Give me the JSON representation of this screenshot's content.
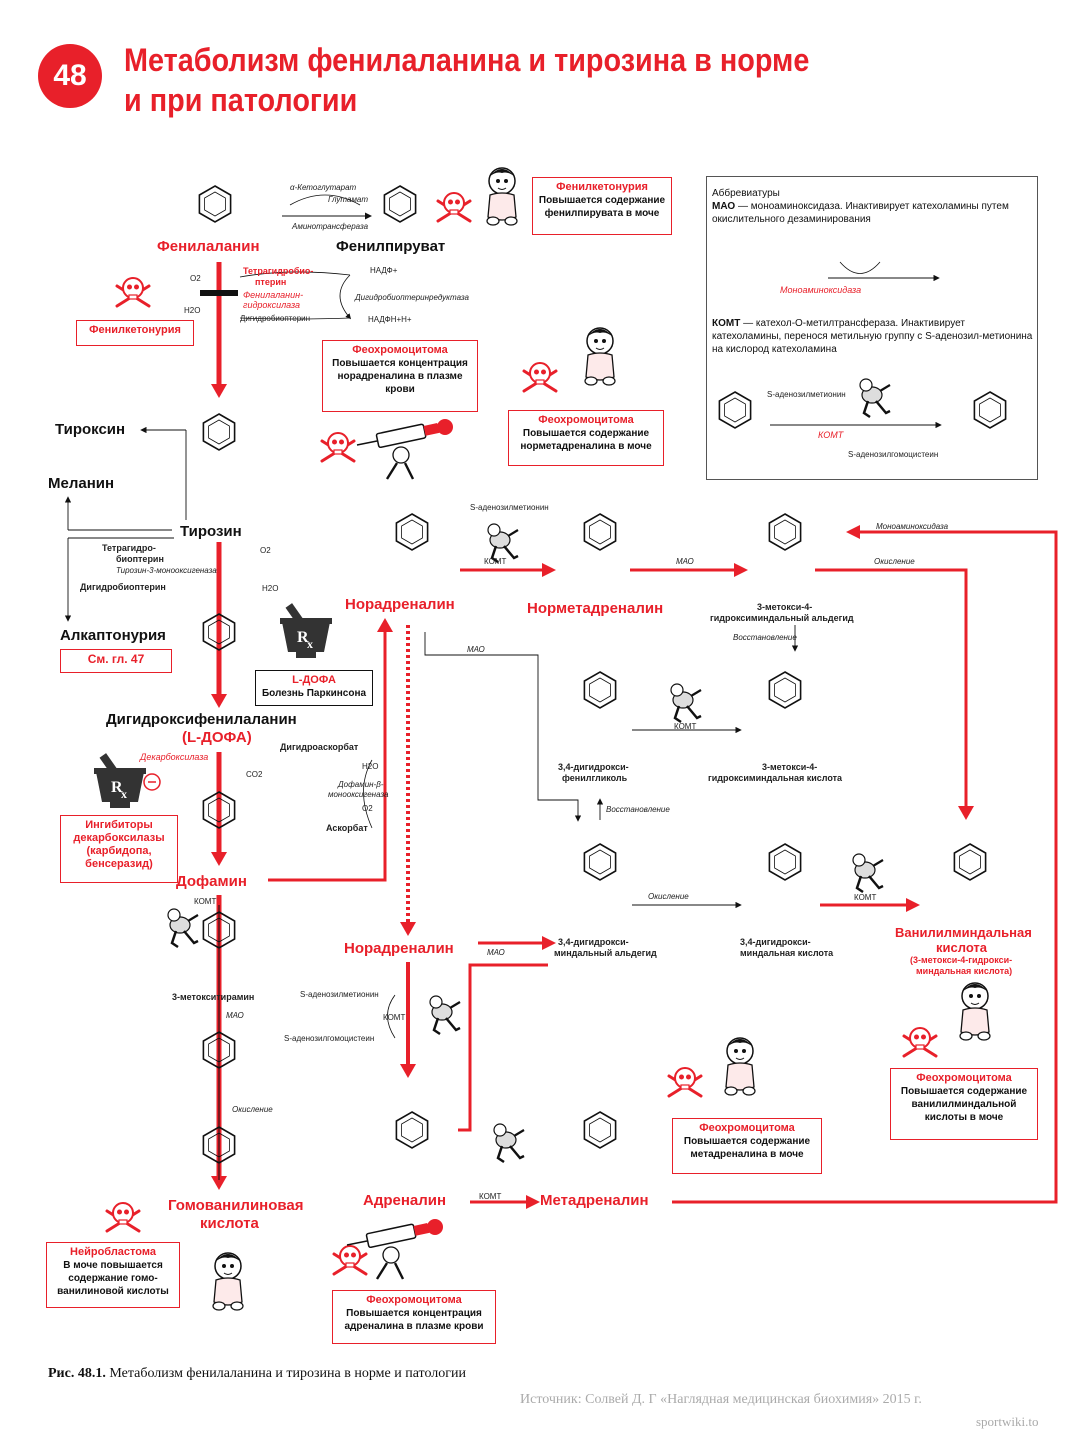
{
  "header": {
    "badge": "48",
    "title_line1": "Метаболизм фенилаланина и тирозина в норме",
    "title_line2": "и при патологии"
  },
  "compounds": {
    "phenylalanine": "Фенилаланин",
    "phenylpyruvate": "Фенилпируват",
    "thyroxine": "Тироксин",
    "melanin": "Меланин",
    "tyrosine": "Тирозин",
    "alkaptonuria": "Алкаптонурия",
    "dopa_line1": "Дигидроксифенилаланин",
    "dopa_line2": "(L-ДОФА)",
    "dopamine": "Дофамин",
    "methoxytyramine": "3-метокситирамин",
    "homovanillic_line1": "Гомованилиновая",
    "homovanillic_line2": "кислота",
    "noradrenaline_top": "Норадреналин",
    "normetanephrine": "Норметадреналин",
    "mhma_aldehyde_line1": "3-метокси-4-",
    "mhma_aldehyde_line2": "гидроксиминдальный альдегид",
    "dhpg_line1": "3,4-дигидрокси-",
    "dhpg_line2": "фенилгликоль",
    "mhpg_line1": "3-метокси-4-",
    "mhpg_line2": "гидроксиминдальная кислота",
    "dhma_aldehyde_line1": "3,4-дигидрокси-",
    "dhma_aldehyde_line2": "миндальный альдегид",
    "dhma_acid_line1": "3,4-дигидрокси-",
    "dhma_acid_line2": "миндальная кислота",
    "vma_line1": "Ванилилминдальная",
    "vma_line2": "кислота",
    "vma_line3": "(3-метокси-4-гидрокси-",
    "vma_line4": "миндальная кислота)",
    "noradrenaline_mid": "Норадреналин",
    "adrenaline": "Адреналин",
    "metanephrine": "Метадреналин"
  },
  "reagents": {
    "a_ketoglutarate": "α-Кетоглутарат",
    "glutamate": "Глутамат",
    "aminotransferase": "Аминотрансфераза",
    "o2": "O2",
    "h2o": "H2O",
    "thbp_line1": "Тетрагидробио-",
    "thbp_line2": "птерин",
    "pah_line1": "Фенилаланин-",
    "pah_line2": "гидроксилаза",
    "dhbp": "Дигидробиоптерин",
    "nadp": "НАДФ+",
    "dhpr": "Дигидробиоптеринредуктаза",
    "nadph": "НАДФН+Н+",
    "thbp2_line1": "Тетрагидро-",
    "thbp2_line2": "биоптерин",
    "tyr_mono": "Тирозин-3-монооксигеназа",
    "dhbp2": "Дигидробиоптерин",
    "decarboxylase": "Декарбоксилаза",
    "co2": "CO2",
    "dehydroascorbate": "Дигидроаскорбат",
    "dbh_line1": "Дофамин-β-",
    "dbh_line2": "монооксигеназа",
    "ascorbate": "Аскорбат",
    "komt": "КОМТ",
    "mao": "МАО",
    "oxidation": "Окисление",
    "reduction": "Восстановление",
    "sam": "S-аденозилметионин",
    "sah": "S-аденозилгомоцистеин",
    "monoaminooxidase": "Моноаминоксидаза"
  },
  "boxes": {
    "pku_top_title": "Фенилкетонурия",
    "pku_top_desc": "Повышается содержание фенилпирувата в моче",
    "pku_left_title": "Фенилкетонурия",
    "pheo1_title": "Феохромоцитома",
    "pheo1_desc": "Повышается концентрация норадреналина в плазме крови",
    "pheo2_title": "Феохромоцитома",
    "pheo2_desc": "Повышается содержание норметадреналина в моче",
    "see_ch": "См. гл. 47",
    "ldopa_title": "L-ДОФА",
    "ldopa_desc": "Болезнь Паркинсона",
    "inhib_line1": "Ингибиторы",
    "inhib_line2": "декарбоксилазы",
    "inhib_line3": "(карбидопа,",
    "inhib_line4": "бенсеразид)",
    "neuro_title": "Нейробластома",
    "neuro_desc": "В моче повышается содержание гомо-ванилиновой кислоты",
    "pheo3_title": "Феохромоцитома",
    "pheo3_desc": "Повышается концентрация адреналина в плазме крови",
    "pheo4_title": "Феохромоцитома",
    "pheo4_desc": "Повышается содержание метадреналина в моче",
    "pheo5_title": "Феохромоцитома",
    "pheo5_desc": "Повышается содержание ванилилминдальной кислоты в моче"
  },
  "abbreviations": {
    "heading": "Аббревиатуры",
    "mao_term": "МАО",
    "mao_text": " — моноаминоксидаза. Инактивирует катехоламины путем окислительного дезаминирования",
    "mao_enzyme": "Моноаминоксидаза",
    "komt_term": "КОМТ",
    "komt_text": " — катехол-O-метилтрансфераза. Инактивирует катехоламины, перенося метильную группу с S-аденозил-метионина на кислород катехоламина",
    "komt_enzyme": "КОМТ",
    "sam": "S-аденозилметионин",
    "sah": "S-аденозилгомоцистеин"
  },
  "footer": {
    "fig_label": "Рис. 48.1.",
    "fig_text": " Метаболизм фенилаланина и тирозина в норме и патологии",
    "source": "Источник: Солвей Д. Г «Наглядная медицинская биохимия» 2015 г.",
    "site": "sportwiki.to"
  },
  "colors": {
    "accent": "#e8202a",
    "pathway": "#e8202a",
    "text": "#111111"
  },
  "icons": [
    "skull-crossbones-icon",
    "child-figure-icon",
    "mortar-rx-icon",
    "syringe-runner-icon",
    "komt-runner-icon",
    "benzene-ring-icon"
  ]
}
